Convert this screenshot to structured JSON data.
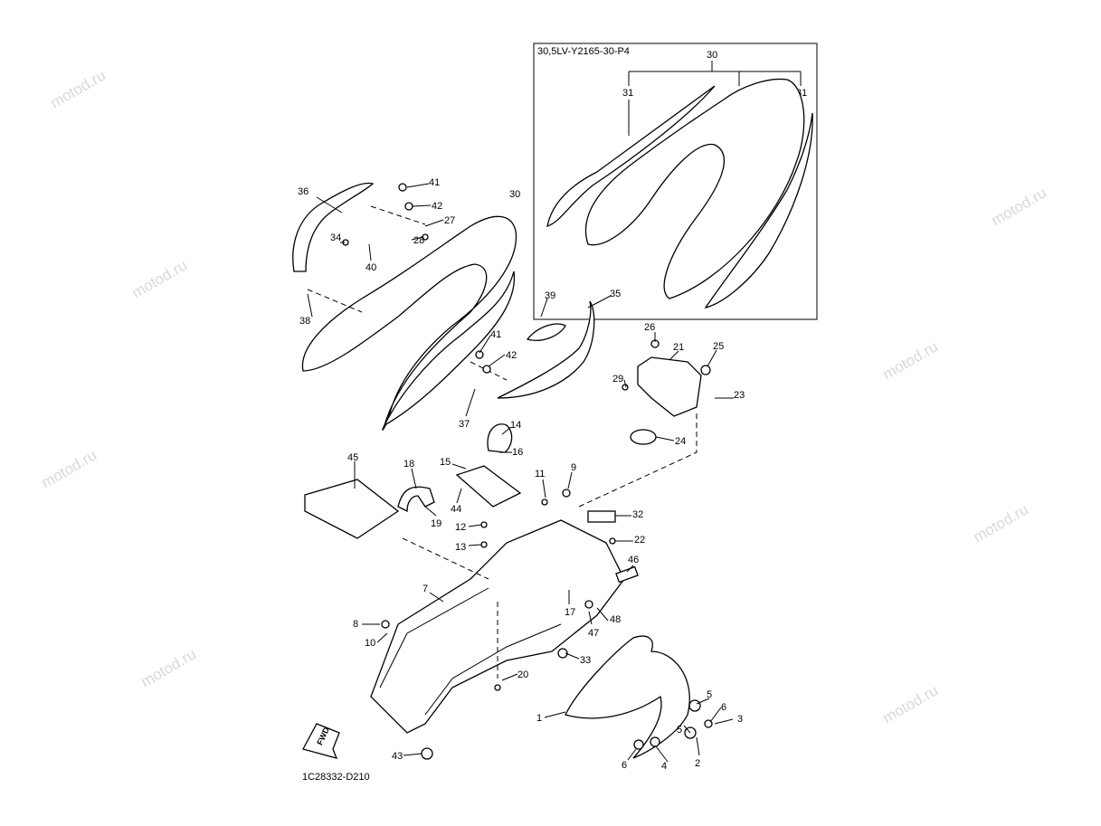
{
  "watermark": "motod.ru",
  "inset": {
    "title": "30,5LV-Y2165-30-P4",
    "labels": [
      "30",
      "31",
      "31"
    ]
  },
  "diagram_code": "1C28332-D210",
  "fwd_label": "FWD",
  "callouts": {
    "c1": "1",
    "c2": "2",
    "c3": "3",
    "c4": "4",
    "c5a": "5",
    "c5b": "5",
    "c6a": "6",
    "c6b": "6",
    "c7": "7",
    "c8": "8",
    "c9": "9",
    "c10": "10",
    "c11": "11",
    "c12": "12",
    "c13": "13",
    "c14": "14",
    "c15": "15",
    "c16": "16",
    "c17": "17",
    "c18": "18",
    "c19": "19",
    "c20": "20",
    "c21": "21",
    "c22": "22",
    "c23": "23",
    "c24": "24",
    "c25": "25",
    "c26": "26",
    "c27": "27",
    "c28": "28",
    "c29": "29",
    "c30": "30",
    "c32": "32",
    "c33": "33",
    "c34": "34",
    "c35": "35",
    "c36": "36",
    "c37": "37",
    "c38": "38",
    "c39": "39",
    "c40": "40",
    "c41a": "41",
    "c41b": "41",
    "c42a": "42",
    "c42b": "42",
    "c43": "43",
    "c44": "44",
    "c45": "45",
    "c46": "46",
    "c47": "47",
    "c48": "48"
  }
}
